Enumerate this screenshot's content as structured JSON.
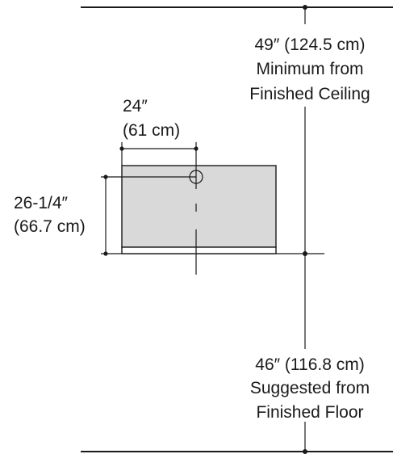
{
  "ceiling": {
    "line1": "49″ (124.5 cm)",
    "line2": "Minimum from",
    "line3": "Finished Ceiling"
  },
  "floor": {
    "line1": "46″ (116.8 cm)",
    "line2": "Suggested from",
    "line3": "Finished Floor"
  },
  "width_dim": {
    "line1": "24″",
    "line2": "(61 cm)"
  },
  "height_dim": {
    "line1": "26-1/4″",
    "line2": "(66.7 cm)"
  },
  "colors": {
    "cabinet_fill": "#d9d9d9",
    "line": "#1a1a1a"
  }
}
